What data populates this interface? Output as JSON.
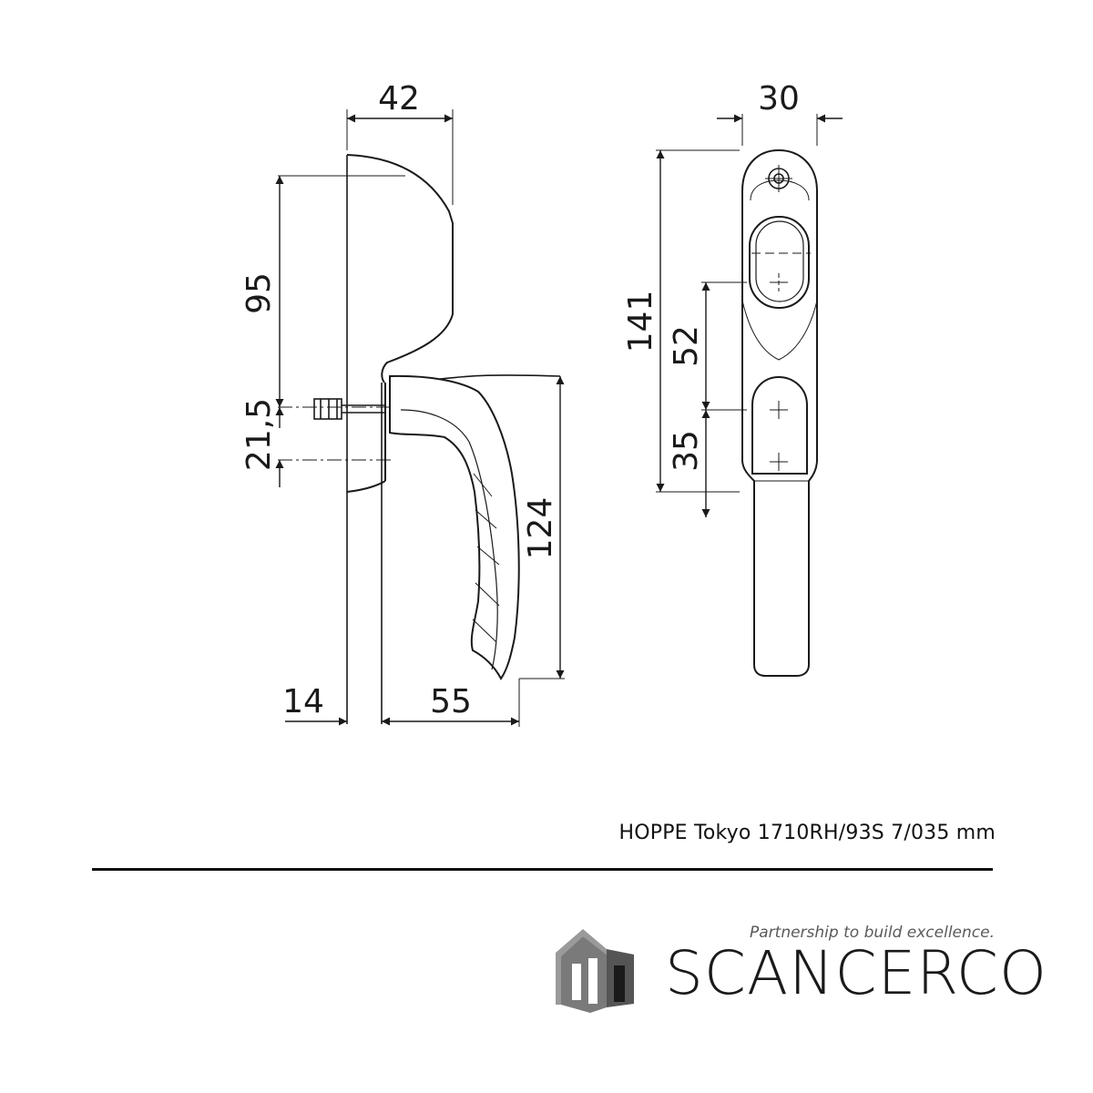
{
  "dimensions": {
    "side_width": "42",
    "front_width": "30",
    "rose_height": "95",
    "spindle_offset": "21,5",
    "total_height": "141",
    "center_distance": "52",
    "lower_offset": "35",
    "lever_length": "124",
    "rose_depth": "14",
    "lever_projection": "55"
  },
  "caption": "HOPPE Tokyo 1710RH/93S 7/035 mm",
  "brand": {
    "tagline": "Partnership to build excellence.",
    "name": "SCANCERCO",
    "logo_icon": "house-logo-icon"
  }
}
